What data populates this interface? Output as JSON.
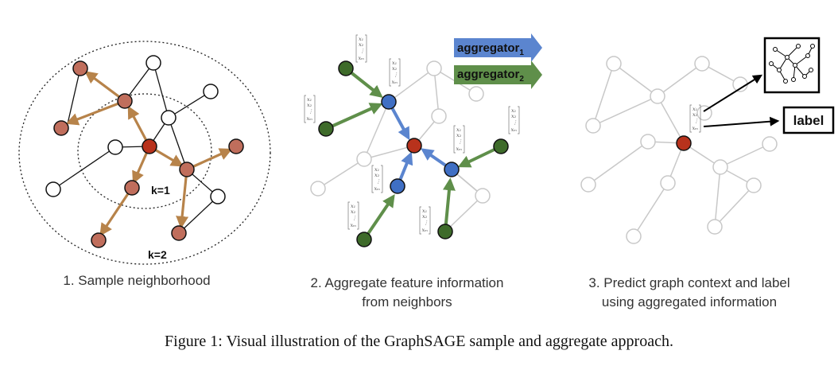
{
  "panel1": {
    "caption": "1. Sample neighborhood",
    "k1_label": "k=1",
    "k2_label": "k=2"
  },
  "panel2": {
    "caption_line1": "2. Aggregate feature information",
    "caption_line2": "from neighbors",
    "aggregator1": {
      "base": "aggregator",
      "sub": "1"
    },
    "aggregator2": {
      "base": "aggregator",
      "sub": "2"
    },
    "vector_entries": [
      "x1",
      "x2",
      "⋮",
      "xm"
    ]
  },
  "panel3": {
    "caption_line1": "3. Predict graph context and label",
    "caption_line2": "using aggregated information",
    "label_box": "label"
  },
  "figure_caption": "Figure 1: Visual illustration of the GraphSAGE sample and aggregate approach.",
  "colors": {
    "target_node": "#b8321c",
    "sampled_node": "#c06e5c",
    "layer1_node": "#3f6fc4",
    "layer2_node": "#3e6b2a",
    "sample_arrow": "#b7834a",
    "agg1_arrow": "#5b85cf",
    "agg2_arrow": "#5f8f4a",
    "faded_edge": "#c8c8c8"
  }
}
